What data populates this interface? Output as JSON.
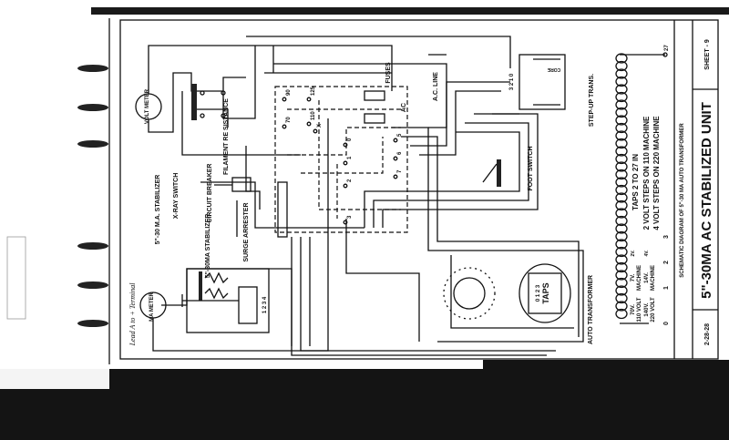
{
  "components": {
    "volt_meter": "VOLT METER",
    "ma_meter": "MA METER",
    "xray_switch": "X-RAY SWITCH",
    "stabilizer_note": "5\"-30 M.A. STABILIZER",
    "filament_resistance": "FILAMENT RE SISTANCE",
    "circuit_breaker": "CIRCUIT BREAKER",
    "stabilizer": "5\"-30MA STABILIZER",
    "surge_arrester": "SURGE ARRESTER",
    "fuses": "FUSES",
    "ac_line": "A.C. LINE",
    "ac": "AC",
    "foot_switch": "FOOT SWITCH",
    "step_up_trans": "STEP-UP TRANS.",
    "core": "CORE",
    "auto_transformer": "AUTO TRANSFORMER",
    "taps": "TAPS",
    "taps_numbers": "0 1 2 3",
    "step_up_terminals": "3 2 1 0",
    "stabilizer_terminals": "1 2 3 4"
  },
  "switch_labels": [
    "90",
    "70",
    "125",
    "110",
    "X",
    "0",
    "1",
    "2",
    "3",
    "5",
    "6",
    "7"
  ],
  "handwritten_note": "Lead A to + Terminal",
  "transformer_notes": {
    "v70": "70V.",
    "v110": "110 VOLT",
    "v140": "140V.",
    "v220": "220 VOLT",
    "m7": "7V.",
    "machine1": "MACHINE",
    "m14": "14V.",
    "machine2": "MACHINE",
    "s2": "2V.",
    "s4": "4V.",
    "taps_line": "TAPS 2 TO 27 IN",
    "steps110": "2 VOLT STEPS ON 110 MACHINE",
    "steps220": "4 VOLT STEPS ON 220 MACHINE",
    "terminals": [
      "0",
      "1",
      "2",
      "3",
      "27"
    ]
  },
  "title_block": {
    "subtitle": "SCHEMATIC DIAGRAM OF 5\"-30 MA AUTO TRANSFORMER",
    "title": "5\"-30MA AC STABILIZED UNIT",
    "sheet": "SHEET - 9",
    "date": "2-28-28"
  }
}
